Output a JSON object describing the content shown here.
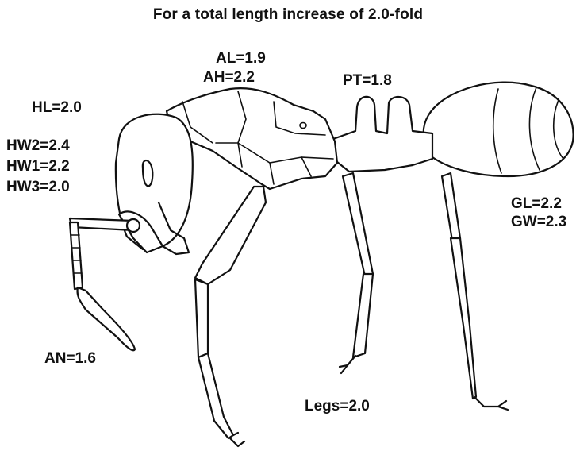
{
  "figure": {
    "title": "For a total length increase of 2.0-fold",
    "labels": {
      "al": "AL=1.9",
      "ah": "AH=2.2",
      "pt": "PT=1.8",
      "hl": "HL=2.0",
      "hw2": "HW2=2.4",
      "hw1": "HW1=2.2",
      "hw3": "HW3=2.0",
      "gl": "GL=2.2",
      "gw": "GW=2.3",
      "an": "AN=1.6",
      "legs": "Legs=2.0"
    }
  }
}
